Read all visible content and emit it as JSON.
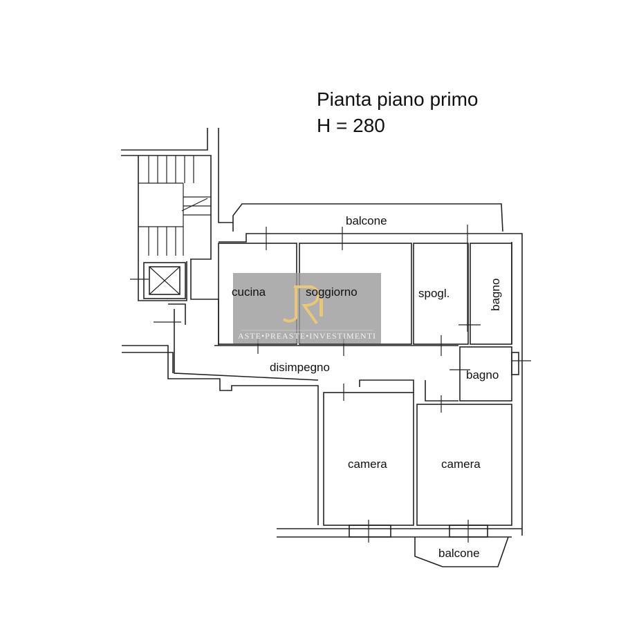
{
  "title": {
    "line1": "Pianta piano primo",
    "line2": "H = 280"
  },
  "rooms": {
    "balcone_top": "balcone",
    "cucina": "cucina",
    "soggiorno": "soggiorno",
    "spogliatoio": "spogl.",
    "bagno_1": "bagno",
    "disimpegno": "disimpegno",
    "bagno_2": "bagno",
    "camera_1": "camera",
    "camera_2": "camera",
    "balcone_bottom": "balcone"
  },
  "watermark": {
    "monogram": "RI",
    "tagline": "ASTE•PREASTE•INVESTIMENTI"
  },
  "colors": {
    "ink": "#222222",
    "watermark_bg": "#9a9a9a",
    "watermark_gold": "#e8c77a"
  }
}
